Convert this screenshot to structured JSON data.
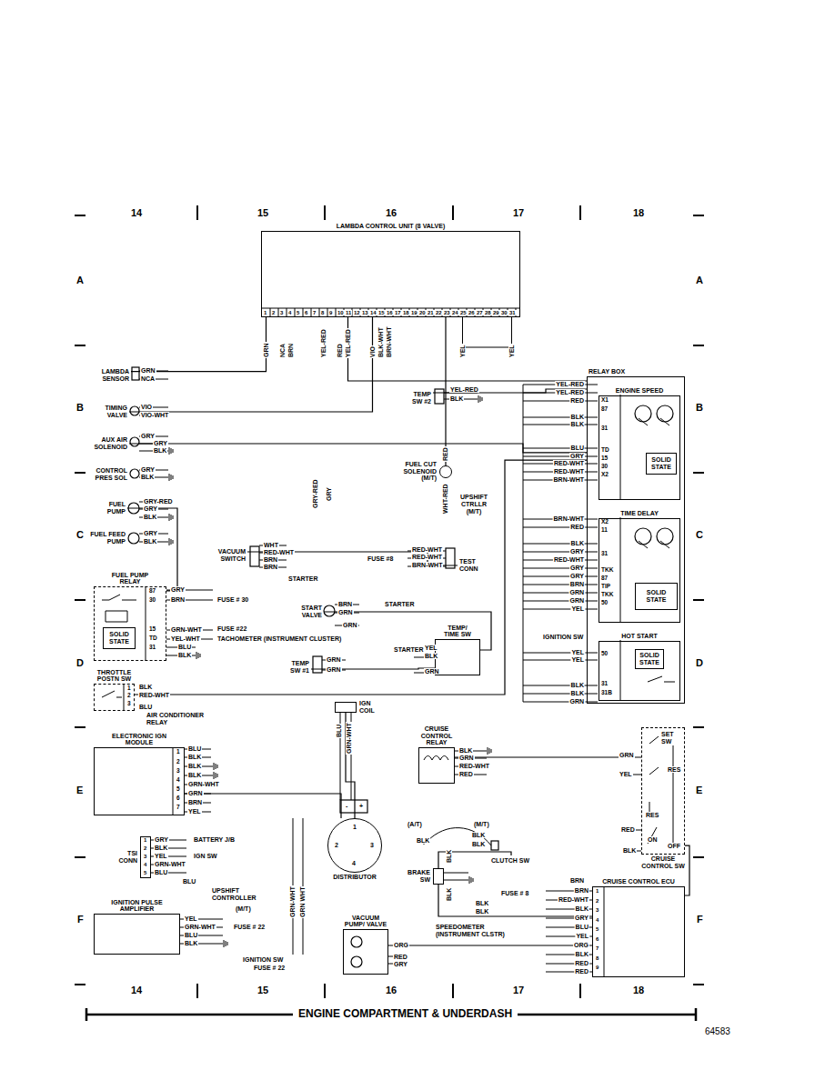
{
  "diagram": {
    "nodes": [
      {
        "text": [
          "LAMBDA CONTROL UNIT (8 VALVE)"
        ]
      },
      {
        "text": [
          "LAMBDA SENSOR"
        ]
      },
      {
        "text": [
          "TIMING VALVE"
        ]
      },
      {
        "text": [
          "AUX AIR SOLENOID"
        ]
      },
      {
        "text": [
          "CONTROL PRES SOL"
        ]
      },
      {
        "text": [
          "FUEL PUMP"
        ]
      },
      {
        "text": [
          "FUEL FEED PUMP"
        ]
      },
      {
        "text": [
          "FUEL PUMP RELAY"
        ]
      },
      {
        "text": [
          "SOLID STATE"
        ],
        "in": 7
      },
      {
        "text": [
          "THROTTLE POSTN SW"
        ]
      },
      {
        "text": [
          "ELECTRONIC IGN MODULE"
        ]
      },
      {
        "text": [
          "TSI CONN"
        ]
      },
      {
        "text": [
          "IGNITION PULSE AMPLIFIER"
        ]
      },
      {
        "text": [
          "VACUUM SWITCH"
        ]
      },
      {
        "text": [
          "TEMP SW #2"
        ]
      },
      {
        "text": [
          "FUEL CUT SOLENOID (M/T)"
        ]
      },
      {
        "text": [
          "UPSHIFT CTRLLR (M/T)"
        ]
      },
      {
        "text": [
          "TEST CONN"
        ]
      },
      {
        "text": [
          "START VALVE"
        ]
      },
      {
        "text": [
          "TEMP SW #1"
        ]
      },
      {
        "text": [
          "TEMP/ TIME SW"
        ]
      },
      {
        "text": [
          "IGN COIL"
        ]
      },
      {
        "text": [
          "DISTRIBUTOR"
        ]
      },
      {
        "text": [
          "CRUISE CONTROL RELAY"
        ]
      },
      {
        "text": [
          "CLUTCH SW"
        ]
      },
      {
        "text": [
          "BRAKE SW"
        ]
      },
      {
        "text": [
          "VACUUM PUMP/ VALVE"
        ]
      },
      {
        "text": [
          "RELAY BOX"
        ]
      },
      {
        "text": [
          "ENGINE SPEED"
        ],
        "in": 27
      },
      {
        "text": [
          "SOLID STATE"
        ],
        "in": 28
      },
      {
        "text": [
          "TIME DELAY"
        ],
        "in": 27
      },
      {
        "text": [
          "SOLID STATE"
        ],
        "in": 30
      },
      {
        "text": [
          "HOT START"
        ],
        "in": 27
      },
      {
        "text": [
          "SOLID STATE"
        ],
        "in": 32
      },
      {
        "text": [
          "CRUISE CONTROL SW"
        ]
      },
      {
        "text": [
          "CRUISE CONTROL ECU"
        ]
      }
    ],
    "edges": [
      {
        "from": 1,
        "to": 0,
        "arrow": "none"
      },
      {
        "from": 2,
        "to": 0,
        "arrow": "none"
      },
      {
        "from": 14,
        "to": 27,
        "arrow": "none"
      },
      {
        "from": 0,
        "to": 27,
        "arrow": "none"
      },
      {
        "from": 9,
        "to": 27,
        "arrow": "none"
      },
      {
        "from": 3,
        "to": 27,
        "arrow": "none"
      },
      {
        "from": 13,
        "to": 17,
        "arrow": "none"
      },
      {
        "from": 7,
        "to": 5,
        "arrow": "none"
      },
      {
        "from": 18,
        "to": 20,
        "arrow": "none"
      },
      {
        "from": 19,
        "to": 20,
        "arrow": "none"
      },
      {
        "from": 21,
        "to": 22,
        "arrow": "none"
      },
      {
        "from": 10,
        "to": 22,
        "arrow": "none"
      },
      {
        "from": 23,
        "to": 34,
        "arrow": "none"
      },
      {
        "from": 25,
        "to": 24,
        "arrow": "none"
      },
      {
        "from": 25,
        "to": 35,
        "arrow": "none"
      },
      {
        "from": 26,
        "to": 35,
        "arrow": "none"
      },
      {
        "from": 34,
        "to": 35,
        "arrow": "none"
      },
      {
        "from": 0,
        "to": 15,
        "arrow": "none"
      }
    ],
    "labels": [
      "14",
      "15",
      "16",
      "17",
      "18",
      "A",
      "A",
      "B",
      "B",
      "C",
      "C",
      "D",
      "D",
      "E",
      "E",
      "F",
      "F",
      "14",
      "15",
      "16",
      "17",
      "18",
      "ENGINE COMPARTMENT & UNDERDASH",
      "64583",
      "1",
      "2",
      "3",
      "4",
      "5",
      "6",
      "7",
      "8",
      "9",
      "10",
      "11",
      "12",
      "13",
      "14",
      "15",
      "16",
      "17",
      "18",
      "19",
      "20",
      "21",
      "22",
      "23",
      "24",
      "25",
      "26",
      "27",
      "28",
      "29",
      "30",
      "31",
      "GRN",
      "NCA",
      "BRN",
      "YEL-RED",
      "RED",
      "YEL-RED",
      "VIO",
      "BLK-WHT",
      "BRN-WHT",
      "YEL",
      "YEL",
      "GRN",
      "NCA",
      "VIO",
      "VIO-WHT",
      "GRY",
      "GRY",
      "BLK",
      "GRY",
      "BLK",
      "GRY-RED",
      "GRY",
      "BLK",
      "GRY",
      "BLK",
      "87",
      "30",
      "15",
      "TD",
      "31",
      "GRY",
      "BRN",
      "GRN-WHT",
      "YEL-WHT",
      "BLU",
      "BLK",
      "FUSE # 30",
      "FUSE #22",
      "TACHOMETER (INSTRUMENT CLUSTER)",
      "1",
      "2",
      "3",
      "BLK",
      "RED-WHT",
      "BLU",
      "AIR CONDITIONER RELAY",
      "1",
      "2",
      "3",
      "4",
      "5",
      "6",
      "7",
      "BLU",
      "BLK",
      "BLK",
      "BLK",
      "GRN-WHT",
      "GRN",
      "BRN",
      "YEL",
      "1",
      "2",
      "3",
      "4",
      "5",
      "GRY",
      "BLK",
      "YEL",
      "GRN-WHT",
      "BLU",
      "BATTERY J/B",
      "IGN SW",
      "BLU",
      "UPSHIFT CONTROLLER",
      "(M/T)",
      "YEL",
      "GRN-WHT",
      "BLU",
      "BLK",
      "FUSE # 22",
      "IGNITION SW",
      "FUSE # 22",
      "GRN-WHT",
      "GRN WHT",
      "BLU",
      "GRN-WHT",
      "-",
      "+",
      "1",
      "2",
      "3",
      "4",
      "GRY-RED",
      "GRY",
      "RED",
      "WHT-RED",
      "WHT",
      "RED-WHT",
      "BRN",
      "BRN",
      "STARTER",
      "RED-WHT",
      "RED-WHT",
      "BRN-WHT",
      "FUSE #8",
      "YEL-RED",
      "BLK",
      "BRN",
      "GRN",
      "GRN",
      "STARTER",
      "GRN",
      "GRN",
      "STARTER",
      "YEL",
      "BLK",
      "GRN",
      "YEL-RED",
      "YEL-RED",
      "RED",
      "BLK",
      "BLK",
      "BLU",
      "GRY",
      "RED-WHT",
      "RED-WHT",
      "BRN-WHT",
      "BRN-WHT",
      "RED",
      "BLK",
      "GRY",
      "RED-WHT",
      "GRY",
      "GRY",
      "BRN",
      "GRN",
      "GRN",
      "YEL",
      "YEL",
      "YEL",
      "BLK",
      "BLK",
      "GRN",
      "IGNITION SW",
      "X1",
      "87",
      "31",
      "TD",
      "15",
      "30",
      "X2",
      "X2",
      "11",
      "31",
      "TKK",
      "87",
      "TIP",
      "TKK",
      "50",
      "50",
      "31",
      "31B",
      "BLK",
      "GRN",
      "RED-WHT",
      "RED",
      "SET SW",
      "RES",
      "RES",
      "ON",
      "OFF",
      "GRN",
      "YEL",
      "RED",
      "BLK",
      "1",
      "2",
      "3",
      "4",
      "5",
      "6",
      "7",
      "8",
      "9",
      "BRN",
      "BRN",
      "RED-WHT",
      "BLK",
      "GRY",
      "BLU",
      "YEL",
      "ORG",
      "BLK",
      "RED",
      "RED",
      "(A/T)",
      "(M/T)",
      "BLK",
      "BLK",
      "BLK",
      "BLK",
      "BLK",
      "BLK",
      "BLK",
      "FUSE # 8",
      "SPEEDOMETER (INSTRUMENT CLSTR)",
      "ORG",
      "RED",
      "GRY"
    ]
  }
}
